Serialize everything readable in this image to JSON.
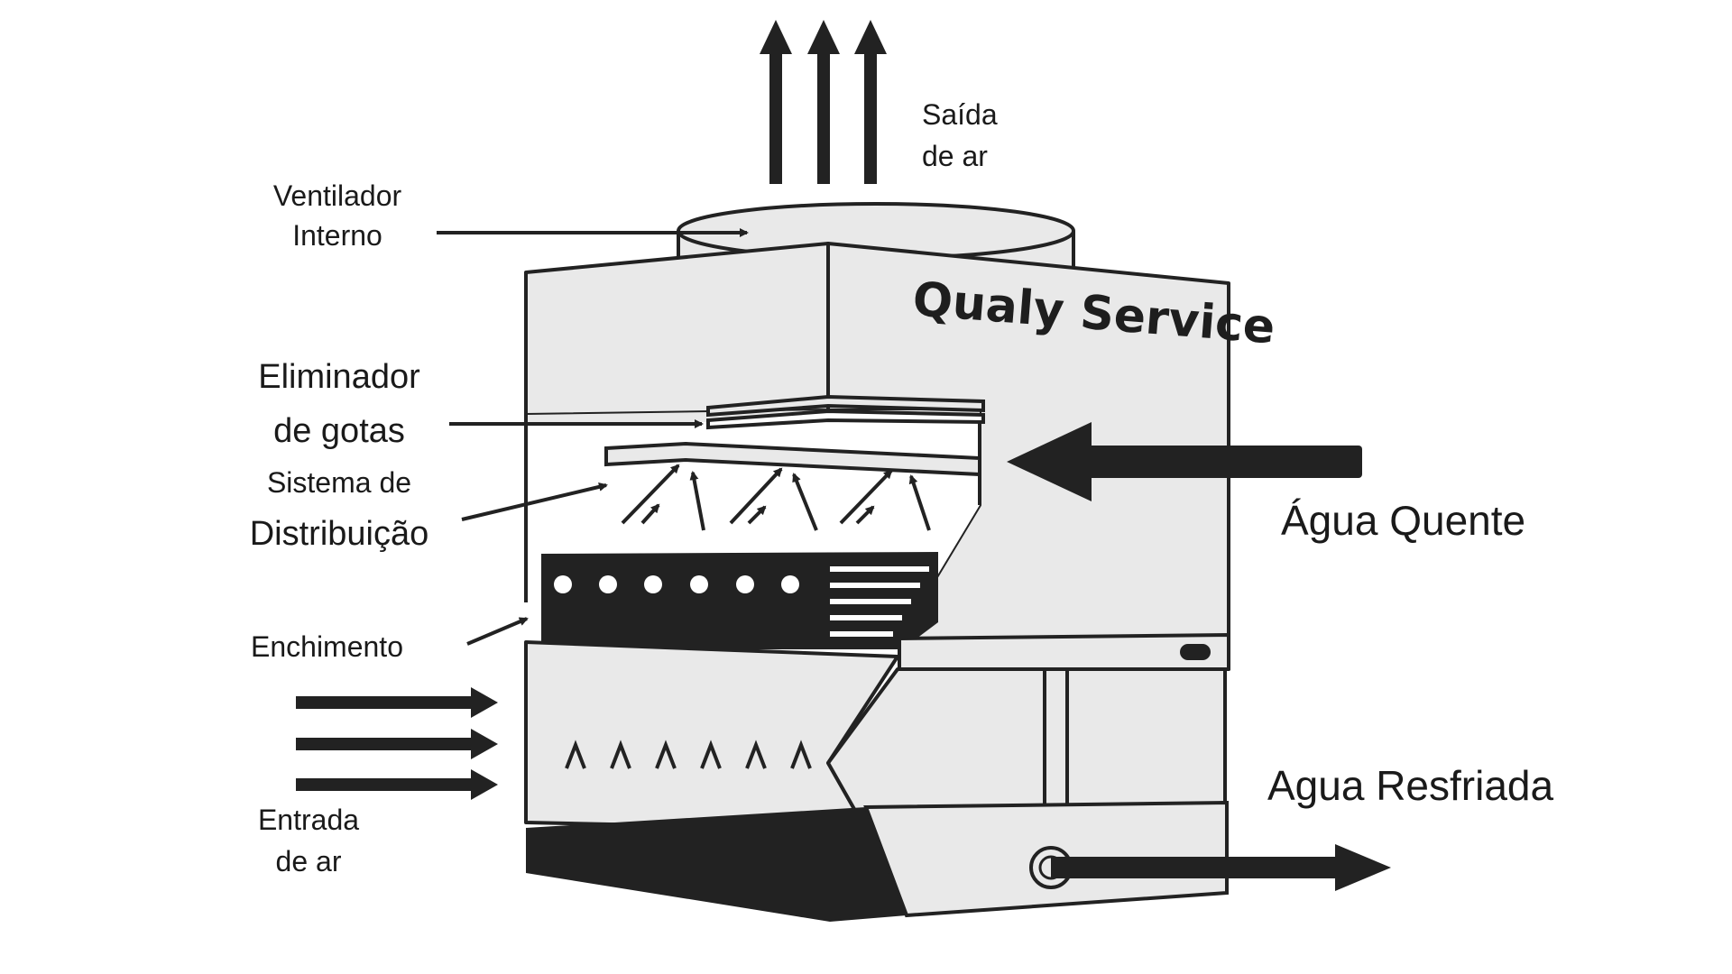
{
  "labels": {
    "air_out_line1": "Saída",
    "air_out_line2": "de ar",
    "fan_line1": "Ventilador",
    "fan_line2": "Interno",
    "brand": "Qualy Service",
    "eliminator_line1": "Eliminador",
    "eliminator_line2": "de gotas",
    "distribution_line1": "Sistema de",
    "distribution_line2": "Distribuição",
    "hot_water": "Água Quente",
    "fill": "Enchimento",
    "cooled_water": "Agua Resfriada",
    "air_in_line1": "Entrada",
    "air_in_line2": "de ar"
  },
  "colors": {
    "ink": "#222222",
    "panel": "#e9e9e9",
    "background": "#ffffff"
  }
}
